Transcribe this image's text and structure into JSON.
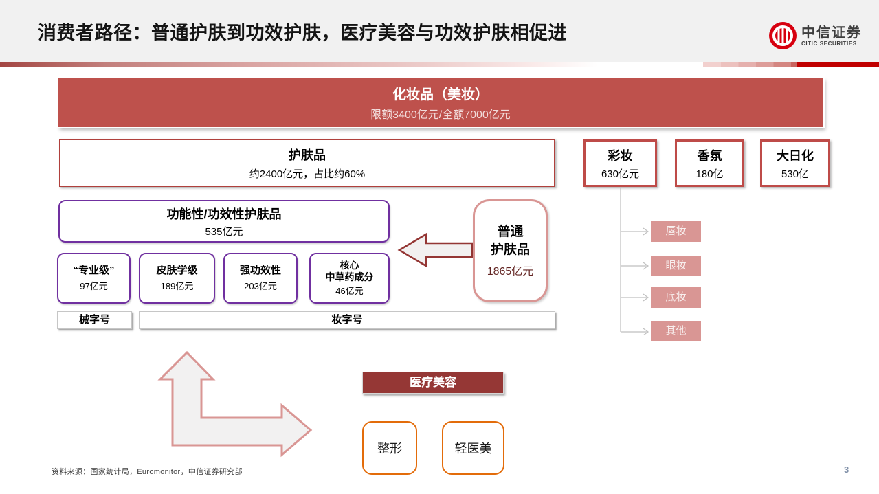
{
  "slide": {
    "title": "消费者路径：普通护肤到功效护肤，医疗美容与功效护肤相促进",
    "source": "资料来源：国家统计局，Euromonitor，中信证券研究部",
    "page_number": "3"
  },
  "logo": {
    "name_cn": "中信证券",
    "name_en": "CITIC SECURITIES"
  },
  "cosmetics_total": {
    "title": "化妆品（美妆）",
    "subtitle": "限额3400亿元/全额7000亿元"
  },
  "skincare": {
    "title": "护肤品",
    "subtitle": "约2400亿元，占比约60%"
  },
  "categories": [
    {
      "label": "彩妆",
      "value": "630亿元"
    },
    {
      "label": "香氛",
      "value": "180亿"
    },
    {
      "label": "大日化",
      "value": "530亿"
    }
  ],
  "functional_skincare": {
    "title": "功能性/功效性护肤品",
    "value": "535亿元"
  },
  "ordinary_skincare": {
    "title_line1": "普通",
    "title_line2": "护肤品",
    "value": "1865亿元"
  },
  "functional_subtypes": [
    {
      "label": "“专业级”",
      "value": "97亿元"
    },
    {
      "label": "皮肤学级",
      "value": "189亿元"
    },
    {
      "label": "强功效性",
      "value": "203亿元"
    },
    {
      "label_line1": "核心",
      "label_line2": "中草药成分",
      "value": "46亿元"
    }
  ],
  "registration_labels": {
    "device": "械字号",
    "cosmetic": "妆字号"
  },
  "makeup_subtypes": [
    {
      "label": "唇妆"
    },
    {
      "label": "眼妆"
    },
    {
      "label": "底妆"
    },
    {
      "label": "其他"
    }
  ],
  "medical_beauty": {
    "title": "医疗美容",
    "items": [
      {
        "label": "整形"
      },
      {
        "label": "轻医美"
      }
    ]
  },
  "colors": {
    "banner_red": "#BE514C",
    "dark_red": "#953735",
    "border_red": "#B0403C",
    "pink": "#D99694",
    "purple": "#7030A0",
    "orange": "#E36C0A",
    "bright_red": "#C00000",
    "logo_red": "#D7000F"
  }
}
